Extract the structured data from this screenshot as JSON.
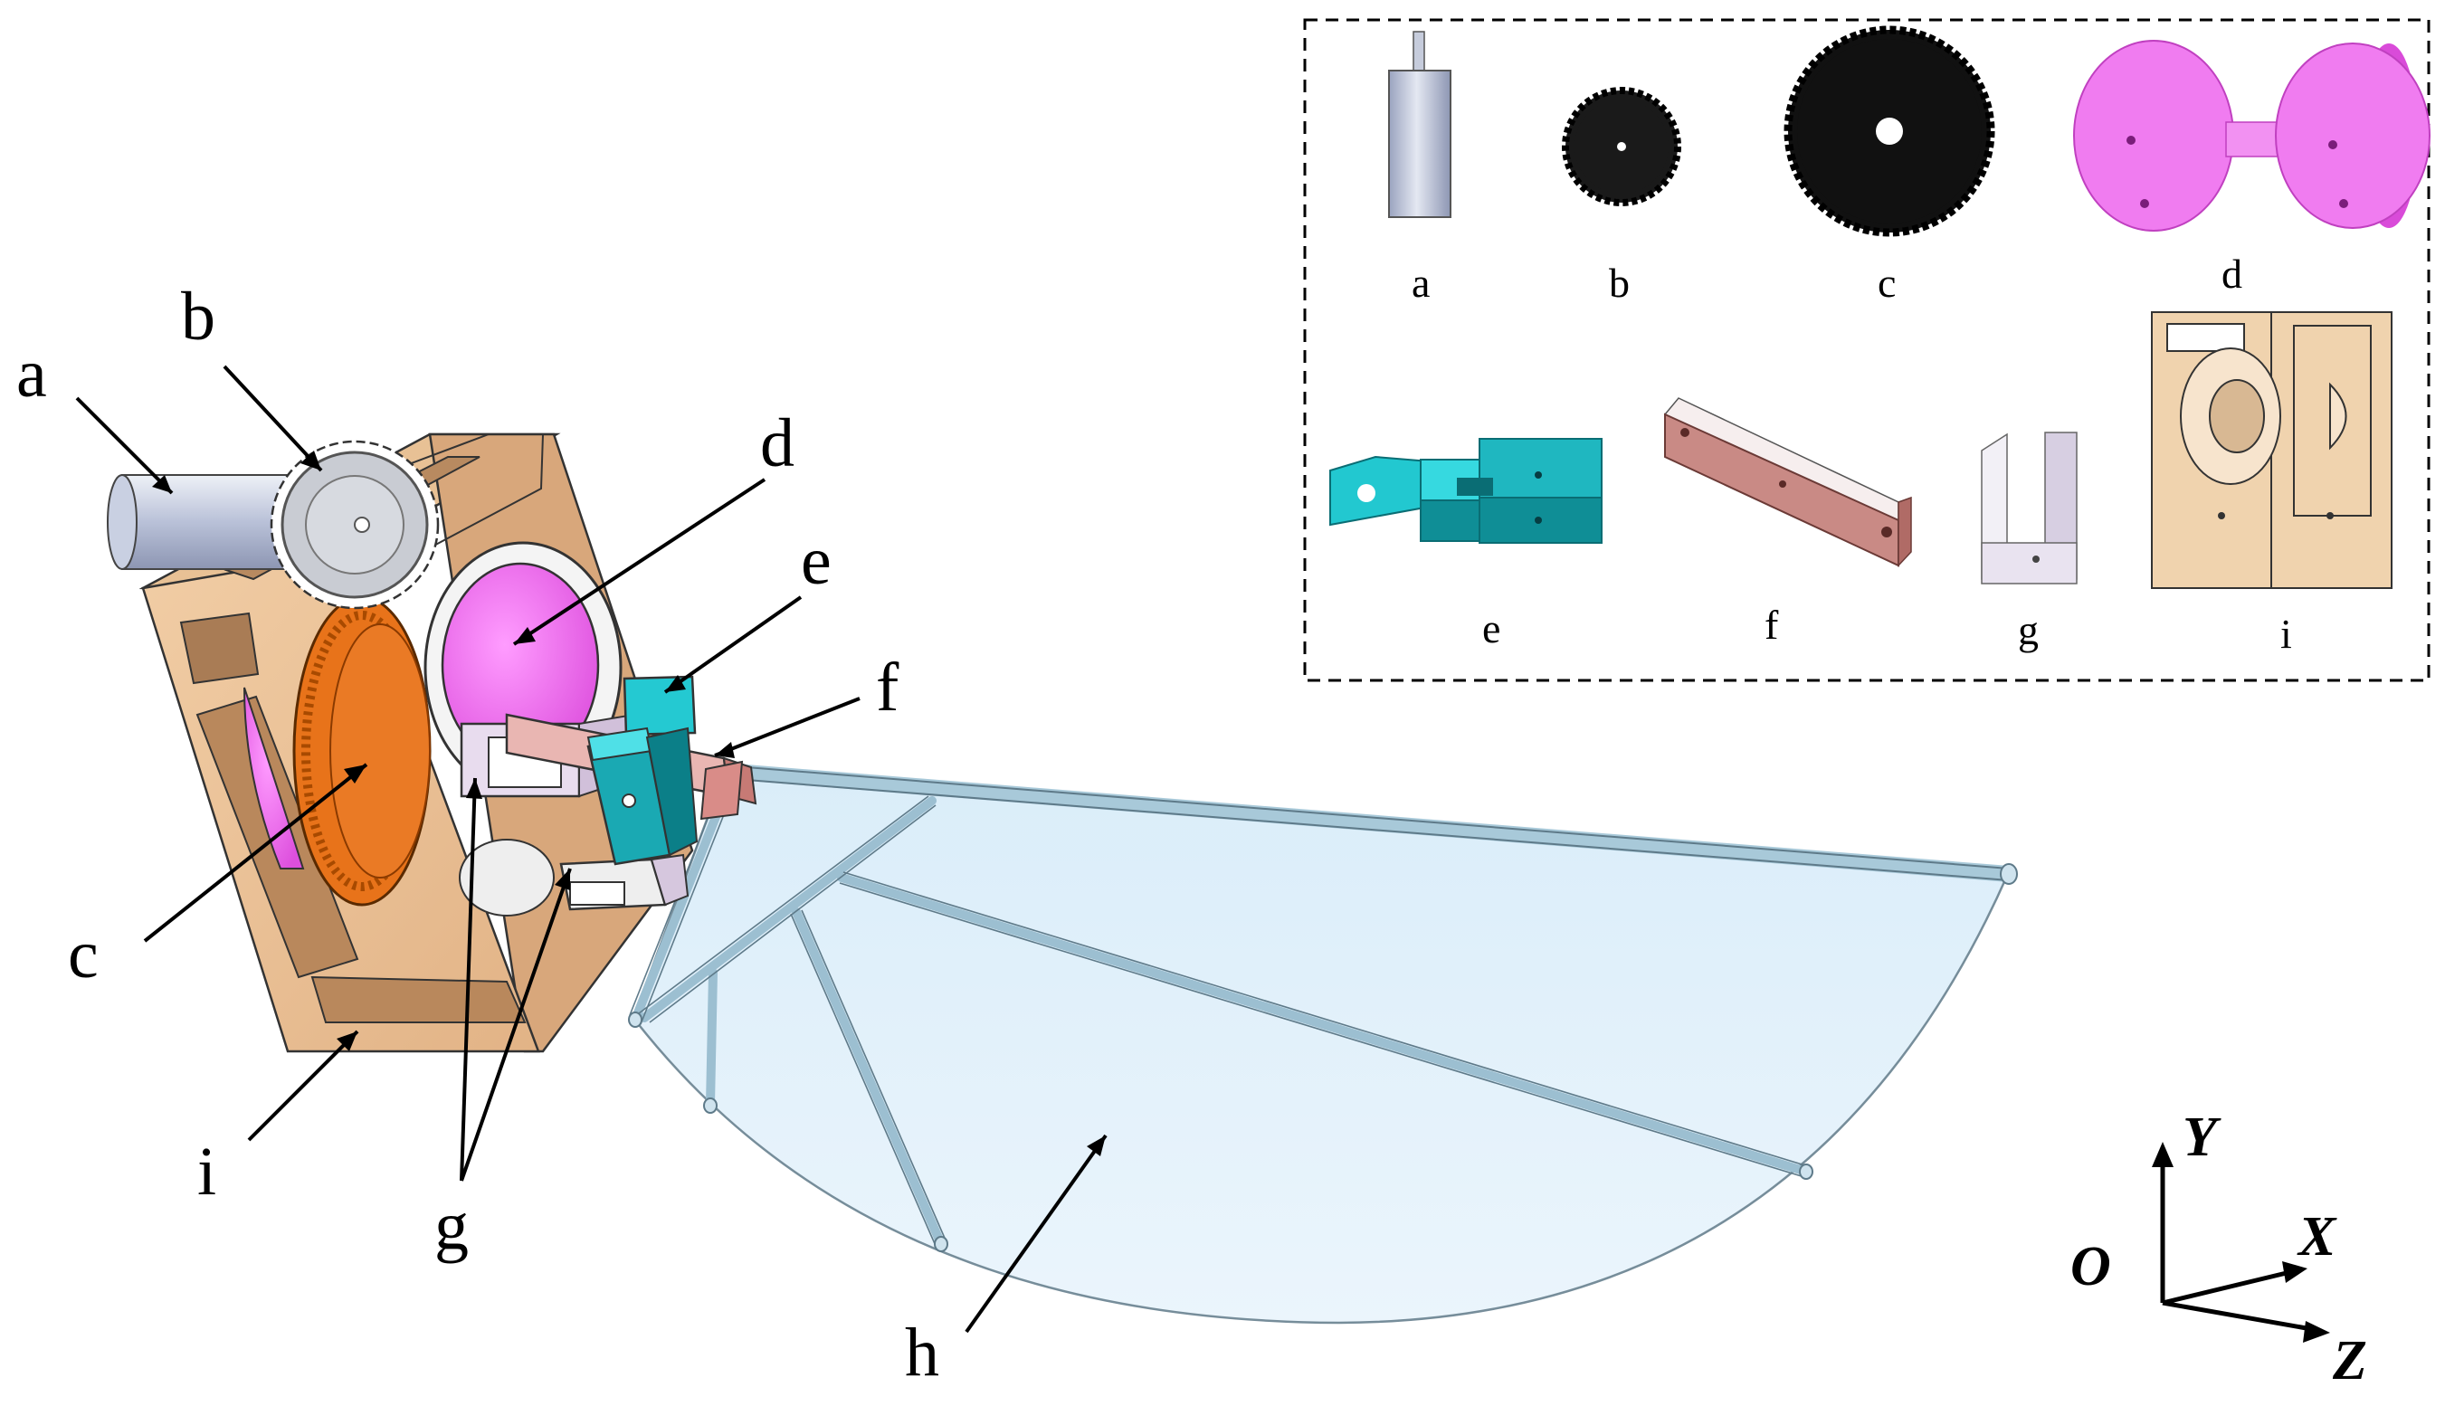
{
  "diagram": {
    "callouts": {
      "a": "a",
      "b": "b",
      "c": "c",
      "d": "d",
      "e": "e",
      "f": "f",
      "g": "g",
      "h": "h",
      "i": "i"
    },
    "inset": {
      "labels": [
        "a",
        "b",
        "c",
        "d",
        "e",
        "f",
        "g",
        "i"
      ]
    },
    "axes": {
      "origin": "O",
      "x": "X",
      "y": "Y",
      "z": "Z"
    }
  },
  "colors": {
    "frame_wood": "#e9bf94",
    "frame_wood_dark": "#c99a6d",
    "gear_small": "#c4c7ce",
    "gear_large": "#e8731a",
    "gear_black": "#111111",
    "disc_pink": "#ee66ee",
    "crank_teal": "#1aa9b3",
    "link_rose": "#d98c88",
    "slider_lavender": "#e4d6ea",
    "wing_membrane": "#dff0fb",
    "wing_edge": "#8bb1c4",
    "motor_grey": "#b8c0d6"
  }
}
